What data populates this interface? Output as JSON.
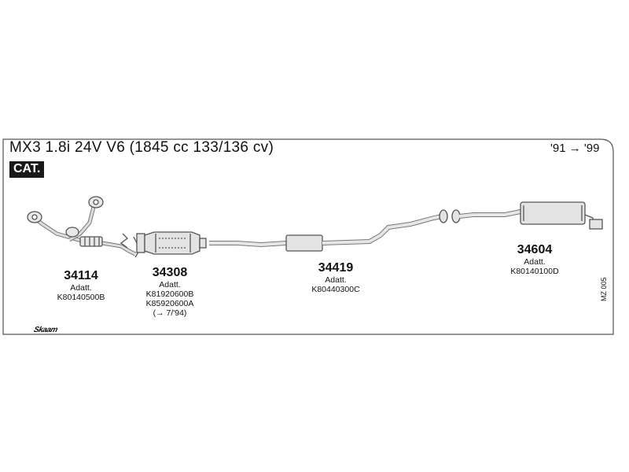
{
  "header": {
    "title": "MX3 1.8i 24V V6 (1845 cc 133/136 cv)",
    "years": "'91 → '99",
    "badge": "CAT."
  },
  "parts": [
    {
      "number": "34114",
      "label": "Adatt.",
      "refs": [
        "K80140500B"
      ],
      "note": ""
    },
    {
      "number": "34308",
      "label": "Adatt.",
      "refs": [
        "K81920600B",
        "K85920600A"
      ],
      "note": "(→ 7/'94)"
    },
    {
      "number": "34419",
      "label": "Adatt.",
      "refs": [
        "K80440300C"
      ],
      "note": ""
    },
    {
      "number": "34604",
      "label": "Adatt.",
      "refs": [
        "K80140100D"
      ],
      "note": ""
    }
  ],
  "diagram_code": "MZ 005",
  "brand": "Skaam",
  "colors": {
    "line": "#555555",
    "fill": "#e3e3e3",
    "badge_bg": "#1a1a1a"
  }
}
